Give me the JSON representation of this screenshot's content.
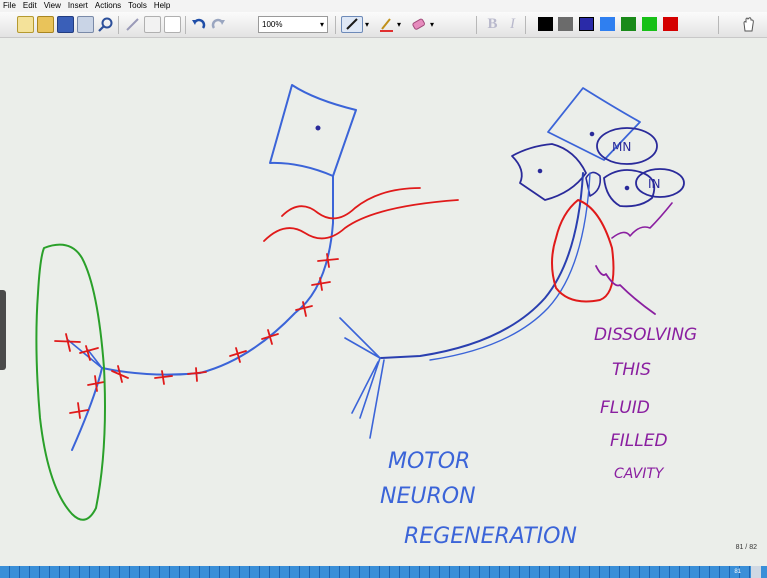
{
  "menu": [
    "File",
    "Edit",
    "View",
    "Insert",
    "Actions",
    "Tools",
    "Help"
  ],
  "toolbar": {
    "zoom": "100%",
    "icons": [
      "new-page-icon",
      "open-icon",
      "save-icon",
      "print-icon",
      "search-icon",
      "pen-icon",
      "copy-icon",
      "page-icon",
      "undo-icon",
      "redo-icon",
      "pen-tool-icon",
      "highlighter-icon",
      "eraser-icon",
      "bold-icon",
      "italic-icon",
      "hand-icon"
    ],
    "color_swatches": [
      "#000000",
      "#6b6b6b",
      "#2a2aa8",
      "#2f7ff0",
      "#1a8a1a",
      "#18c018",
      "#d40000"
    ]
  },
  "canvas": {
    "labels": {
      "mn": "MN",
      "in": "IN",
      "title_line1": "MOTOR",
      "title_line2": "NEURON",
      "title_line3": "REGENERATION",
      "note_line1": "DISSOLVING",
      "note_line2": "THIS",
      "note_line3": "FLUID",
      "note_line4": "FILLED",
      "note_line5": "CAVITY"
    },
    "ink_colors": {
      "blue": "#3b64d8",
      "red": "#e01a1a",
      "green": "#2aa02a",
      "purple": "#8a1fa0",
      "navy": "#2a2a9a"
    }
  },
  "page_indicator": "81 / 82",
  "status_pages": "81"
}
